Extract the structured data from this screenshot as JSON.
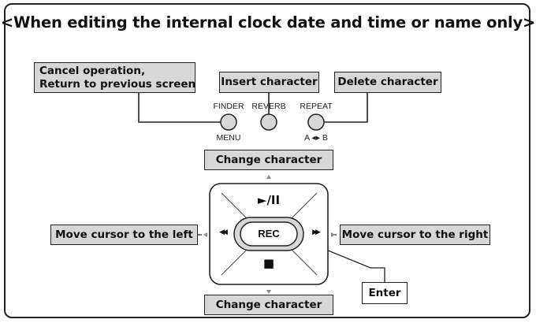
{
  "heading": "<When editing the internal clock date and time or name only>",
  "labels": {
    "cancel_line1": "Cancel operation,",
    "cancel_line2": "Return to previous screen",
    "insert": "Insert character",
    "delete": "Delete character",
    "change_top": "Change character",
    "change_bottom": "Change character",
    "move_left": "Move cursor to the left",
    "move_right": "Move cursor to the right",
    "enter": "Enter"
  },
  "buttons": {
    "finder_top": "FINDER",
    "finder_bottom": "MENU",
    "reverb_top": "REVERB",
    "repeat_top": "REPEAT",
    "repeat_bottom": "A ◂▸ B"
  },
  "pad": {
    "play_pause": "►/II",
    "rew": "◀◀",
    "ff": "▶▶",
    "rec": "REC",
    "stop": "■"
  },
  "colors": {
    "label_fill": "#d7d7d7",
    "line": "#222222"
  }
}
